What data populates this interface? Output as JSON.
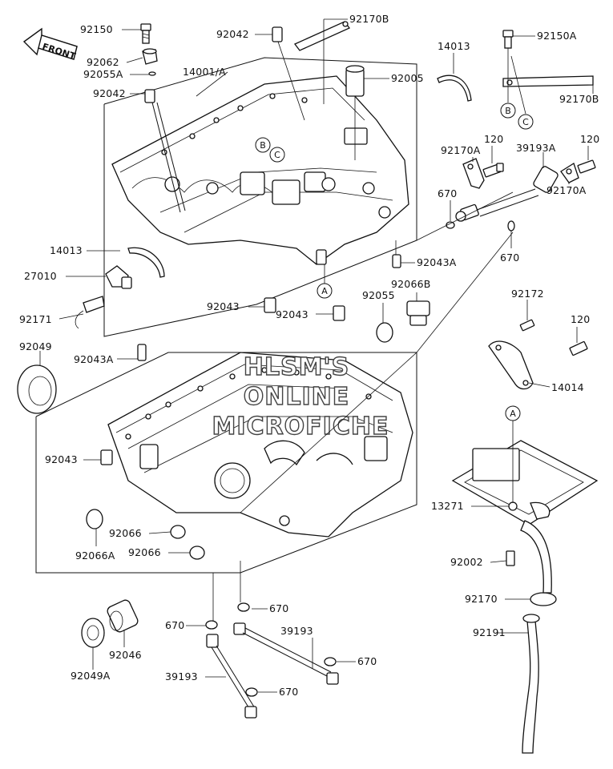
{
  "diagram": {
    "watermark": [
      "HLSM'S",
      "ONLINE",
      "MICROFICHE"
    ],
    "front_arrow": "FRONT",
    "callout_letters": {
      "a": "A",
      "b": "B",
      "c": "C"
    },
    "part_labels": {
      "p92150": "92150",
      "p92062": "92062",
      "p92055A": "92055A",
      "p92042_top": "92042",
      "p92042_left": "92042",
      "p14001A": "14001/A",
      "p92170B_top": "92170B",
      "p92005": "92005",
      "p14013_top": "14013",
      "p92150A": "92150A",
      "p92170B_right": "92170B",
      "p92170A_left": "92170A",
      "p120_a": "120",
      "p39193A": "39193A",
      "p120_b": "120",
      "p670_a": "670",
      "p92170A_right": "92170A",
      "p670_b": "670",
      "p14013_left": "14013",
      "p27010": "27010",
      "p92043A_mid": "92043A",
      "p92066B": "92066B",
      "p92055": "92055",
      "p92043_a": "92043",
      "p92043_b": "92043",
      "p92171": "92171",
      "p92172": "92172",
      "p120_c": "120",
      "p92049": "92049",
      "p92043A_left": "92043A",
      "p14014": "14014",
      "p92043_c": "92043",
      "p13271": "13271",
      "p92066_a": "92066",
      "p92066A": "92066A",
      "p92066_b": "92066",
      "p92002": "92002",
      "p670_c": "670",
      "p92170": "92170",
      "p670_d": "670",
      "p39193_right": "39193",
      "p92191": "92191",
      "p92046": "92046",
      "p670_e": "670",
      "p92049A": "92049A",
      "p39193_left": "39193",
      "p670_f": "670"
    }
  }
}
